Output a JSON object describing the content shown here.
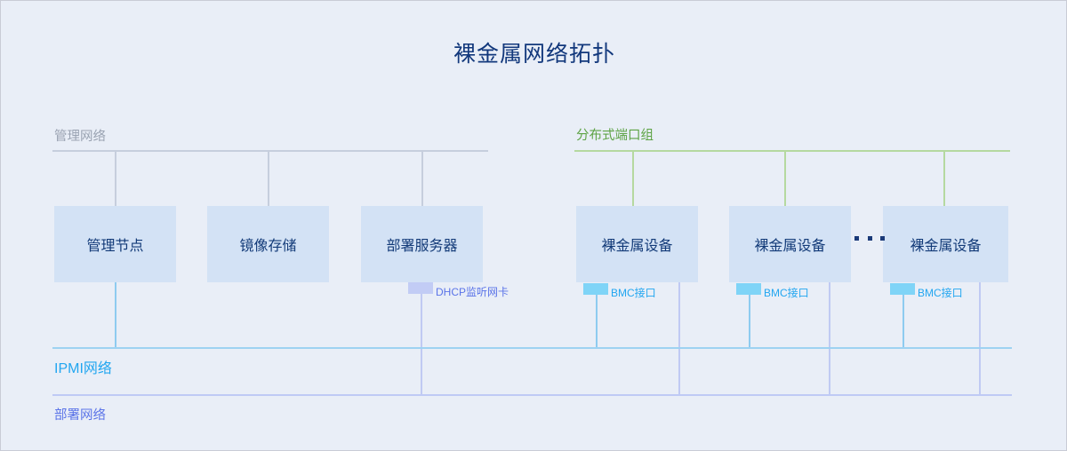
{
  "diagram": {
    "title": "裸金属网络拓扑",
    "background_color": "#e9eef7",
    "title_color": "#12387c"
  },
  "zones": {
    "management_network": {
      "label": "管理网络",
      "color": "#9aa3b2",
      "bus_color": "#c6cedd"
    },
    "distributed_port_group": {
      "label": "分布式端口组",
      "color": "#5da345",
      "bus_color": "#b5d9a0"
    },
    "ipmi_network": {
      "label": "IPMI网络",
      "color": "#22a6f0",
      "bus_color": "#9ed2f2"
    },
    "deployment_network": {
      "label": "部署网络",
      "color": "#5b74e8",
      "bus_color": "#bfcaf5"
    }
  },
  "nodes": {
    "management": [
      {
        "label": "管理节点"
      },
      {
        "label": "镜像存储"
      },
      {
        "label": "部署服务器"
      }
    ],
    "bare_metal": [
      {
        "label": "裸金属设备"
      },
      {
        "label": "裸金属设备"
      },
      {
        "label": "裸金属设备"
      }
    ],
    "box_fill": "#d3e2f5",
    "box_text_color": "#123a78"
  },
  "interfaces": {
    "dhcp_nic": {
      "label": "DHCP监听网卡",
      "chip_color": "#c2ccf5",
      "text_color": "#5b74e8"
    },
    "bmc_ports": [
      {
        "label": "BMC接口"
      },
      {
        "label": "BMC接口"
      },
      {
        "label": "BMC接口"
      }
    ],
    "bmc_chip_color": "#7fd4f7",
    "bmc_text_color": "#22a6f0"
  },
  "ellipsis": {
    "glyph": "· · ·",
    "dot_count": 3
  }
}
